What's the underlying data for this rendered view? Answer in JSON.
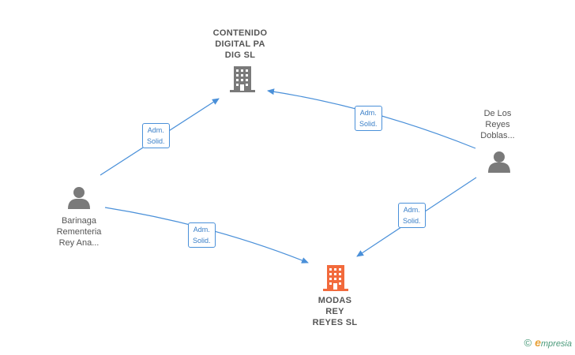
{
  "nodes": {
    "contenido": {
      "label": "CONTENIDO\nDIGITAL PA\nDIG  SL"
    },
    "modas": {
      "label": "MODAS\nREY\nREYES  SL"
    },
    "delosreyes": {
      "label": "De Los\nReyes\nDoblas..."
    },
    "barinaga": {
      "label": "Barinaga\nRementeria\nRey Ana..."
    }
  },
  "edges": {
    "e1": {
      "label": "Adm.\nSolid."
    },
    "e2": {
      "label": "Adm.\nSolid."
    },
    "e3": {
      "label": "Adm.\nSolid."
    },
    "e4": {
      "label": "Adm.\nSolid."
    }
  },
  "colors": {
    "edge": "#4a90d9",
    "company": "#7a7a7a",
    "company_main": "#f26a3c",
    "person": "#7a7a7a"
  },
  "footer": {
    "copyright": "©",
    "brand_e": "e",
    "brand_rest": "mpresia"
  }
}
